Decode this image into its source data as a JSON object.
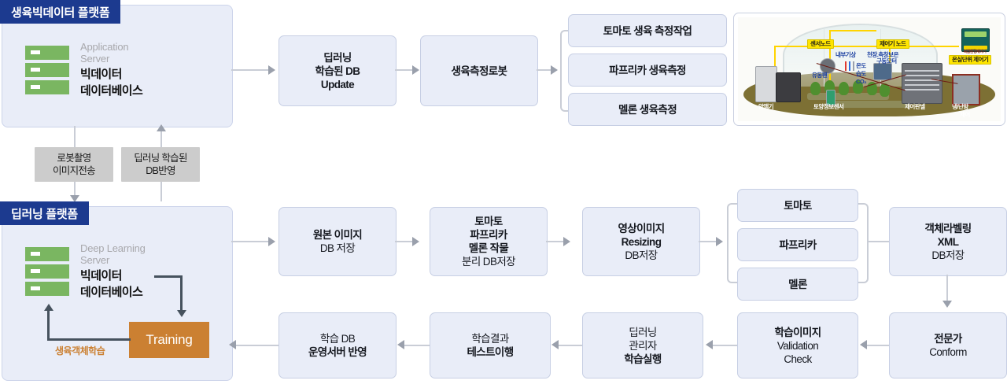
{
  "platforms": [
    {
      "id": "bigdata",
      "title": "생육빅데이터 플랫폼",
      "server_sub_line1": "Application",
      "server_sub_line2": "Server",
      "server_main_line1": "빅데이터",
      "server_main_line2": "데이터베이스"
    },
    {
      "id": "deeplearning",
      "title": "딥러닝 플랫폼",
      "server_sub_line1": "Deep Learning",
      "server_sub_line2": "Server",
      "server_main_line1": "빅데이터",
      "server_main_line2": "데이터베이스",
      "training_label": "Training",
      "loop_label": "생육객체학습"
    }
  ],
  "tags": [
    {
      "line1": "로봇촬영",
      "line2": "이미지전송"
    },
    {
      "line1": "딥러닝 학습된",
      "line2": "DB반영"
    }
  ],
  "row1": {
    "boxes": [
      {
        "lines": [
          {
            "t": "딥러닝",
            "w": "b"
          },
          {
            "t": "학습된 DB",
            "w": "b"
          },
          {
            "t": "Update",
            "w": "b"
          }
        ]
      },
      {
        "lines": [
          {
            "t": "생육측정로봇",
            "w": "b"
          }
        ]
      }
    ],
    "tasks": [
      {
        "label": "토마토 생육 측정작업"
      },
      {
        "label": "파프리카 생육측정"
      },
      {
        "label": "멜론 생육측정"
      }
    ]
  },
  "row2": {
    "boxes": [
      {
        "lines": [
          {
            "t": "원본 이미지",
            "w": "b"
          },
          {
            "t": "DB 저장",
            "w": "r"
          }
        ]
      },
      {
        "lines": [
          {
            "t": "토마토",
            "w": "b"
          },
          {
            "t": "파프리카",
            "w": "b"
          },
          {
            "t": "멜론 작물",
            "w": "b"
          },
          {
            "t": "분리 DB저장",
            "w": "r"
          }
        ]
      },
      {
        "lines": [
          {
            "t": "영상이미지",
            "w": "b"
          },
          {
            "t": "Resizing",
            "w": "b"
          },
          {
            "t": "DB저장",
            "w": "r"
          }
        ]
      }
    ],
    "crops": [
      {
        "label": "토마토"
      },
      {
        "label": "파프리카"
      },
      {
        "label": "멜론"
      }
    ],
    "labeling": {
      "lines": [
        {
          "t": "객체라벨링",
          "w": "b"
        },
        {
          "t": "XML",
          "w": "b"
        },
        {
          "t": "DB저장",
          "w": "r"
        }
      ]
    }
  },
  "row3": {
    "boxes": [
      {
        "lines": [
          {
            "t": "학습 DB",
            "w": "r"
          },
          {
            "t": "운영서버 반영",
            "w": "b"
          }
        ]
      },
      {
        "lines": [
          {
            "t": "학습결과",
            "w": "r"
          },
          {
            "t": "테스트이행",
            "w": "b"
          }
        ]
      },
      {
        "lines": [
          {
            "t": "딥러닝",
            "w": "r"
          },
          {
            "t": "관리자",
            "w": "r"
          },
          {
            "t": "학습실행",
            "w": "b"
          }
        ]
      },
      {
        "lines": [
          {
            "t": "학습이미지",
            "w": "b"
          },
          {
            "t": "Validation",
            "w": "r"
          },
          {
            "t": "Check",
            "w": "r"
          }
        ]
      },
      {
        "lines": [
          {
            "t": "전문가",
            "w": "b"
          },
          {
            "t": "Conform",
            "w": "r"
          }
        ]
      }
    ]
  },
  "greenhouse": {
    "labels_yellow": [
      {
        "text": "센서노드"
      },
      {
        "text": "제어기 노드"
      },
      {
        "text": "온실단위 제어기"
      }
    ],
    "labels_blue": [
      {
        "text": "내부기상"
      },
      {
        "text": "천장.측창보온"
      },
      {
        "text": "구동모터"
      },
      {
        "text": "온도"
      },
      {
        "text": "습도"
      },
      {
        "text": "CO₂"
      },
      {
        "text": "유동팬"
      }
    ],
    "labels_white": [
      {
        "text": "양액기"
      },
      {
        "text": "토양정보센서"
      },
      {
        "text": "제어판넬"
      },
      {
        "text": "냉/난방"
      },
      {
        "text": "제어"
      }
    ],
    "device_caption": "복합환경제어기"
  },
  "colors": {
    "header_navy": "#1c3a8f",
    "panel_fill": "#e9edf8",
    "panel_border": "#c7cfe4",
    "server_green": "#7ab661",
    "training_orange": "#cb8032",
    "tag_gray": "#cccccc",
    "connector_gray": "#c9cdd6",
    "arrow_gray": "#9aa0ac",
    "loop_dark": "#46525e",
    "greenhouse_yellow": "#ffe500"
  }
}
